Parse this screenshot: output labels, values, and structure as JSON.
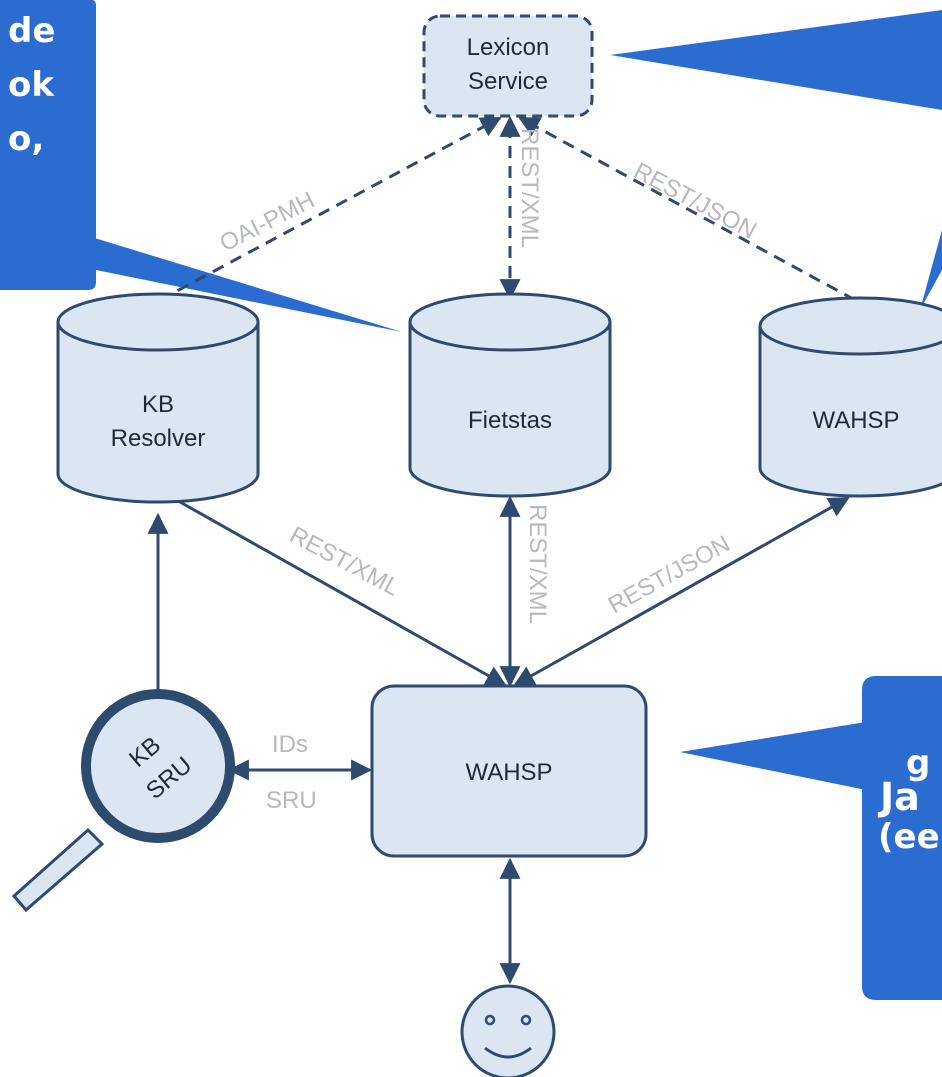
{
  "nodes": {
    "lexicon": {
      "line1": "Lexicon",
      "line2": "Service"
    },
    "kb_resolver": {
      "line1": "KB",
      "line2": "Resolver"
    },
    "fietstas": {
      "label": "Fietstas"
    },
    "wahsp_db": {
      "label": "WAHSP"
    },
    "wahsp_app": {
      "label": "WAHSP"
    },
    "kb_sru": {
      "line1": "KB",
      "line2": "SRU"
    }
  },
  "edges": {
    "oai_pmh": "OAI-PMH",
    "rest_xml_top": "REST/XML",
    "rest_json_top": "REST/JSON",
    "rest_xml_left": "REST/XML",
    "rest_xml_mid": "REST/XML",
    "rest_json_bottom": "REST/JSON",
    "ids": "IDs",
    "sru": "SRU"
  },
  "callouts": {
    "top_left": {
      "line1": "de",
      "line2": "ok",
      "line3": "o,"
    },
    "bottom_right": {
      "line1": "g",
      "line2": "Ja",
      "line3": "(ee"
    }
  },
  "colors": {
    "node_fill": "#dbe6f3",
    "node_stroke": "#2e4a6e",
    "edge": "#2e4a6e",
    "callout": "#2a6cd0",
    "label_gray": "#b5b9bf"
  }
}
